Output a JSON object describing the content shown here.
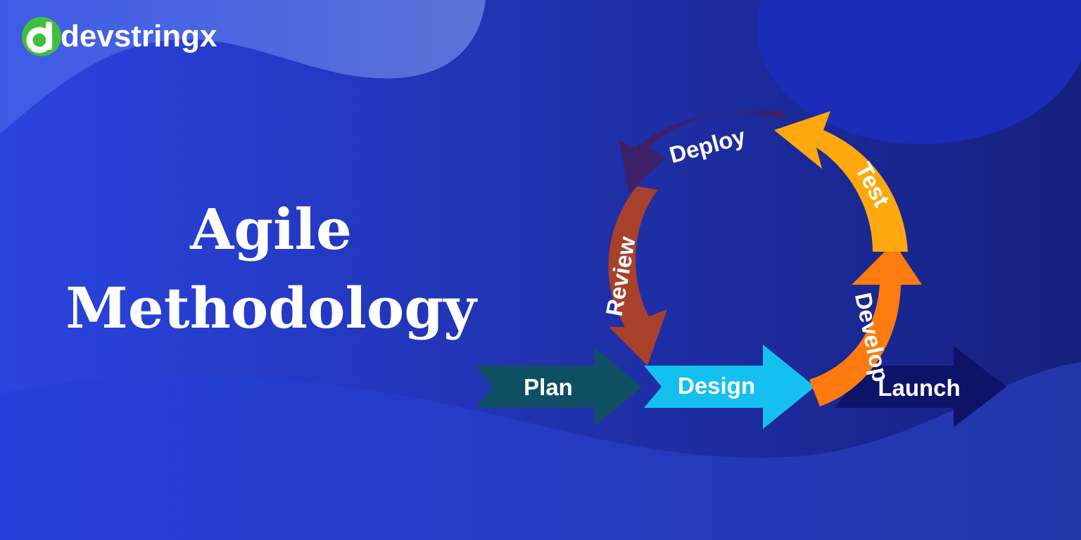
{
  "brand": {
    "logo_text": "devstringx",
    "logo_mark_letter": "d",
    "logo_colors": {
      "green": "#3fbf3a",
      "white": "#ffffff"
    }
  },
  "headline": {
    "line1": "Agile",
    "line2": "Methodology"
  },
  "cycle": {
    "stages": [
      {
        "key": "plan",
        "label": "Plan",
        "color": "#0f4f63"
      },
      {
        "key": "design",
        "label": "Design",
        "color": "#14c0ef"
      },
      {
        "key": "develop",
        "label": "Develop",
        "color": "#ff7a0f"
      },
      {
        "key": "test",
        "label": "Test",
        "color": "#ffa80d"
      },
      {
        "key": "deploy",
        "label": "Deploy",
        "color": "#3d1f6a"
      },
      {
        "key": "review",
        "label": "Review",
        "color": "#a8412c"
      },
      {
        "key": "launch",
        "label": "Launch",
        "color": "#0d1468"
      }
    ]
  },
  "colors": {
    "background_left": "#2a44e0",
    "background_right": "#1b2690",
    "text": "#ffffff"
  }
}
